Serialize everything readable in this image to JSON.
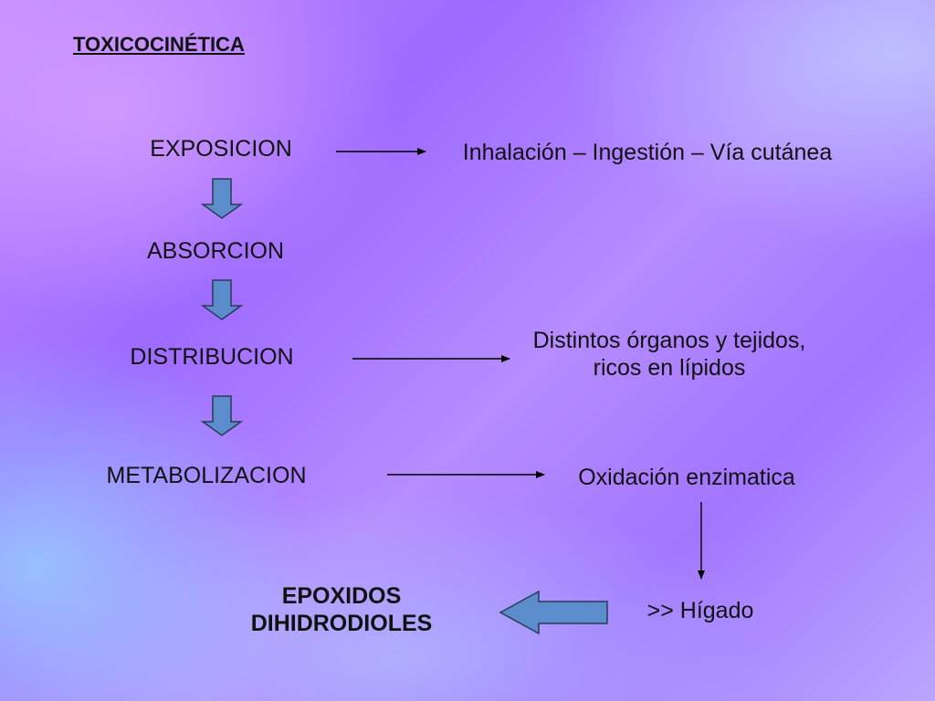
{
  "title": "TOXICOCINÉTICA",
  "stages": {
    "exposicion": "EXPOSICION",
    "absorcion": "ABSORCION",
    "distribucion": "DISTRIBUCION",
    "metabolizacion": "METABOLIZACION"
  },
  "details": {
    "exposicion": "Inhalación – Ingestión – Vía cutánea",
    "distribucion_line1": "Distintos órganos y tejidos,",
    "distribucion_line2": "ricos en lípidos",
    "metabolizacion": "Oxidación enzimatica",
    "organo": ">> Hígado"
  },
  "productos": {
    "line1": "EPOXIDOS",
    "line2": "DIHIDRODIOLES"
  },
  "colors": {
    "block_arrow_fill": "#5b8ccc",
    "block_arrow_stroke": "#2a3a55",
    "line_arrow": "#000000"
  }
}
